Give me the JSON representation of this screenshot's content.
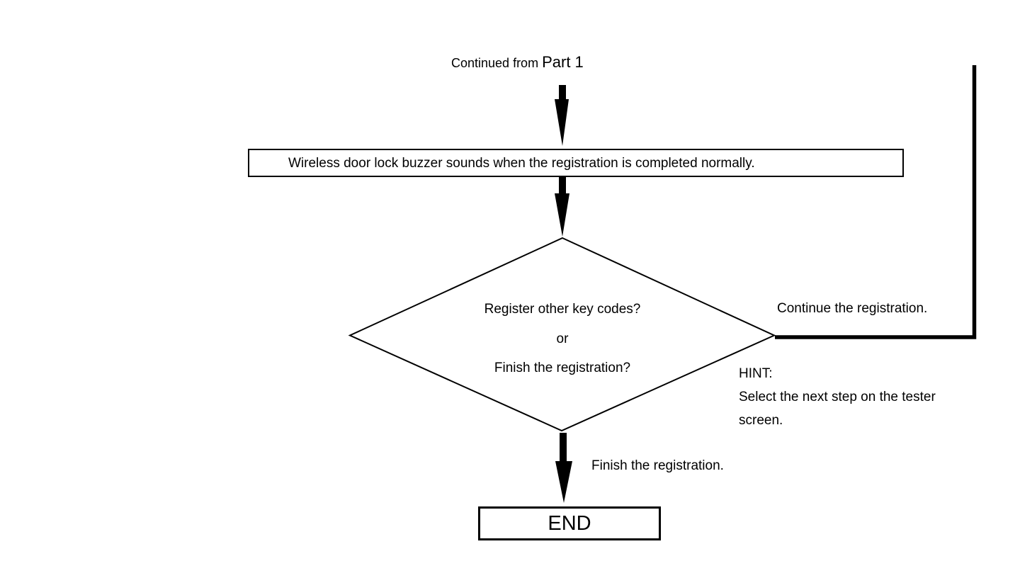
{
  "meta": {
    "background_color": "#ffffff",
    "ink_color": "#000000"
  },
  "header": {
    "continued_prefix": "Continued from",
    "continued_part": "Part 1"
  },
  "nodes": {
    "process": {
      "text": "Wireless door lock buzzer sounds when the registration is completed normally."
    },
    "decision": {
      "line1": "Register other key codes?",
      "line2": "or",
      "line3": "Finish the registration?"
    },
    "end": {
      "text": "END"
    }
  },
  "labels": {
    "continue_branch": "Continue the registration.",
    "finish_branch": "Finish the registration.",
    "hint_title": "HINT:",
    "hint_body_line1": "Select the next step on the tester",
    "hint_body_line2": "screen."
  }
}
